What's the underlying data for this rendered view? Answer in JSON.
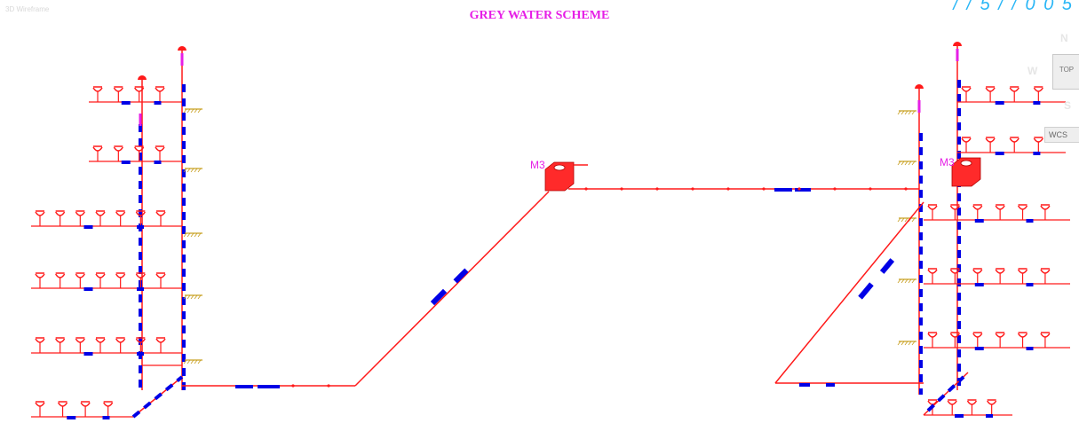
{
  "header": {
    "title": "GREY WATER SCHEME",
    "title_color": "#e61fe6",
    "corner_left_text": "3D Wireframe",
    "corner_right_text": "/ / 5 / / 0 0 5"
  },
  "viewcube": {
    "north": "N",
    "west": "W",
    "south": "S",
    "face_label": "TOP",
    "wcs_label": "WCS"
  },
  "labels": {
    "manhole_left": "M3",
    "manhole_right": "M3"
  },
  "colors": {
    "pipe": "#ff1a1a",
    "pipe_accent": "#0000e6",
    "manhole": "#ff2a2a",
    "vent_marker": "#e61fe6",
    "ground_hatch": "#c8a020"
  }
}
